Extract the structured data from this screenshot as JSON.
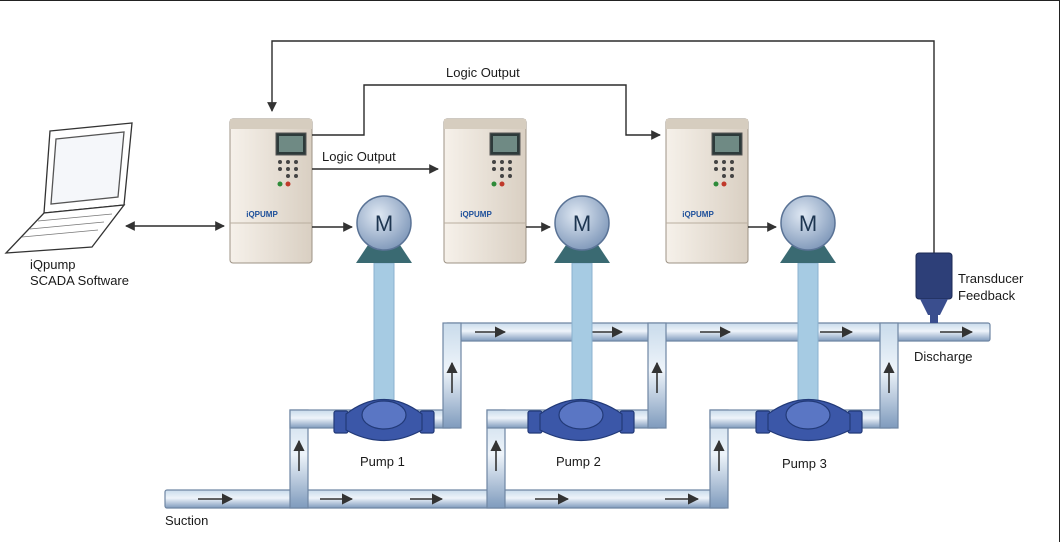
{
  "labels": {
    "laptop_line1": "iQpump",
    "laptop_line2": "SCADA Software",
    "logic_output_top": "Logic Output",
    "logic_output_mid": "Logic Output",
    "transducer_line1": "Transducer",
    "transducer_line2": "Feedback",
    "discharge": "Discharge",
    "suction": "Suction",
    "pump1": "Pump 1",
    "pump2": "Pump 2",
    "pump3": "Pump 3",
    "motor": "M",
    "drive_brand": "iQPUMP"
  },
  "colors": {
    "pipe": "#a9c2dc",
    "pipe_edge": "#6f86a3",
    "pump_body": "#3b57a8",
    "motor_body": "#9fb4cf",
    "motor_stand": "#3a6a72",
    "shaft": "#a6cbe3",
    "drive_body": "#ede6dc",
    "transducer": "#2d3f78",
    "signal_line": "#2b2b2b"
  }
}
